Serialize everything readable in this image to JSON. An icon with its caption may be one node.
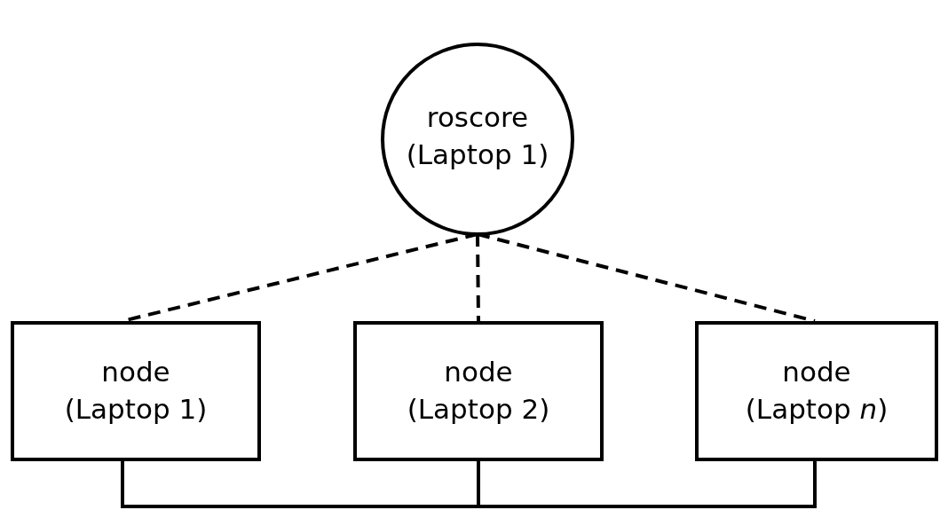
{
  "diagram": {
    "nodes": [
      {
        "text": [
          "roscore",
          "(Laptop 1)"
        ]
      },
      {
        "text": [
          "node",
          "(Laptop 1)"
        ]
      },
      {
        "text": [
          "node",
          "(Laptop 2)"
        ]
      },
      {
        "text": [
          "node",
          "(Laptop *n*)"
        ]
      }
    ],
    "edges": [
      {
        "from": 0,
        "to": 1,
        "arrow": "none",
        "style": "dashed"
      },
      {
        "from": 0,
        "to": 2,
        "arrow": "none",
        "style": "dashed"
      },
      {
        "from": 0,
        "to": 3,
        "arrow": "none",
        "style": "dashed"
      },
      {
        "from": 1,
        "to": 2,
        "arrow": "none"
      },
      {
        "from": 2,
        "to": 3,
        "arrow": "none"
      }
    ]
  }
}
